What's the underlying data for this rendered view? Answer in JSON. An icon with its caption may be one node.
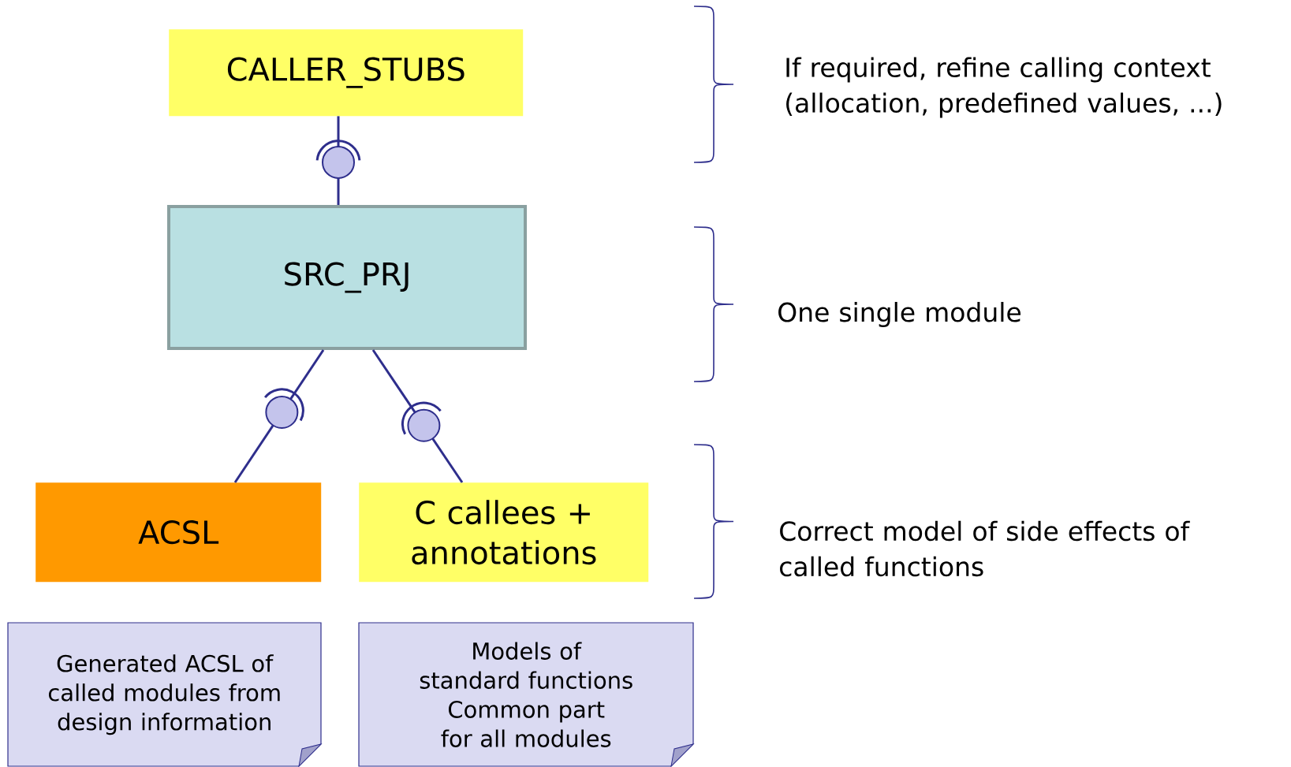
{
  "diagram": {
    "nodes": [
      {
        "text": [
          "CALLER_STUBS"
        ]
      },
      {
        "text": [
          "SRC_PRJ"
        ]
      },
      {
        "text": [
          "ACSL"
        ]
      },
      {
        "text": [
          "C callees + annotations"
        ]
      },
      {
        "text": [
          "Generated ACSL of called modules from design information"
        ]
      },
      {
        "text": [
          "Models of standard functions",
          "Common part for all modules"
        ]
      }
    ],
    "edges": [
      {
        "from": 0,
        "to": 1,
        "arrow": "none"
      },
      {
        "from": 1,
        "to": 2,
        "arrow": "none"
      },
      {
        "from": 1,
        "to": 3,
        "arrow": "none"
      }
    ],
    "labels": [
      "If required, refine calling context (allocation, predefined values, ...)",
      "One single module",
      "Correct model of side effects of called functions"
    ]
  }
}
